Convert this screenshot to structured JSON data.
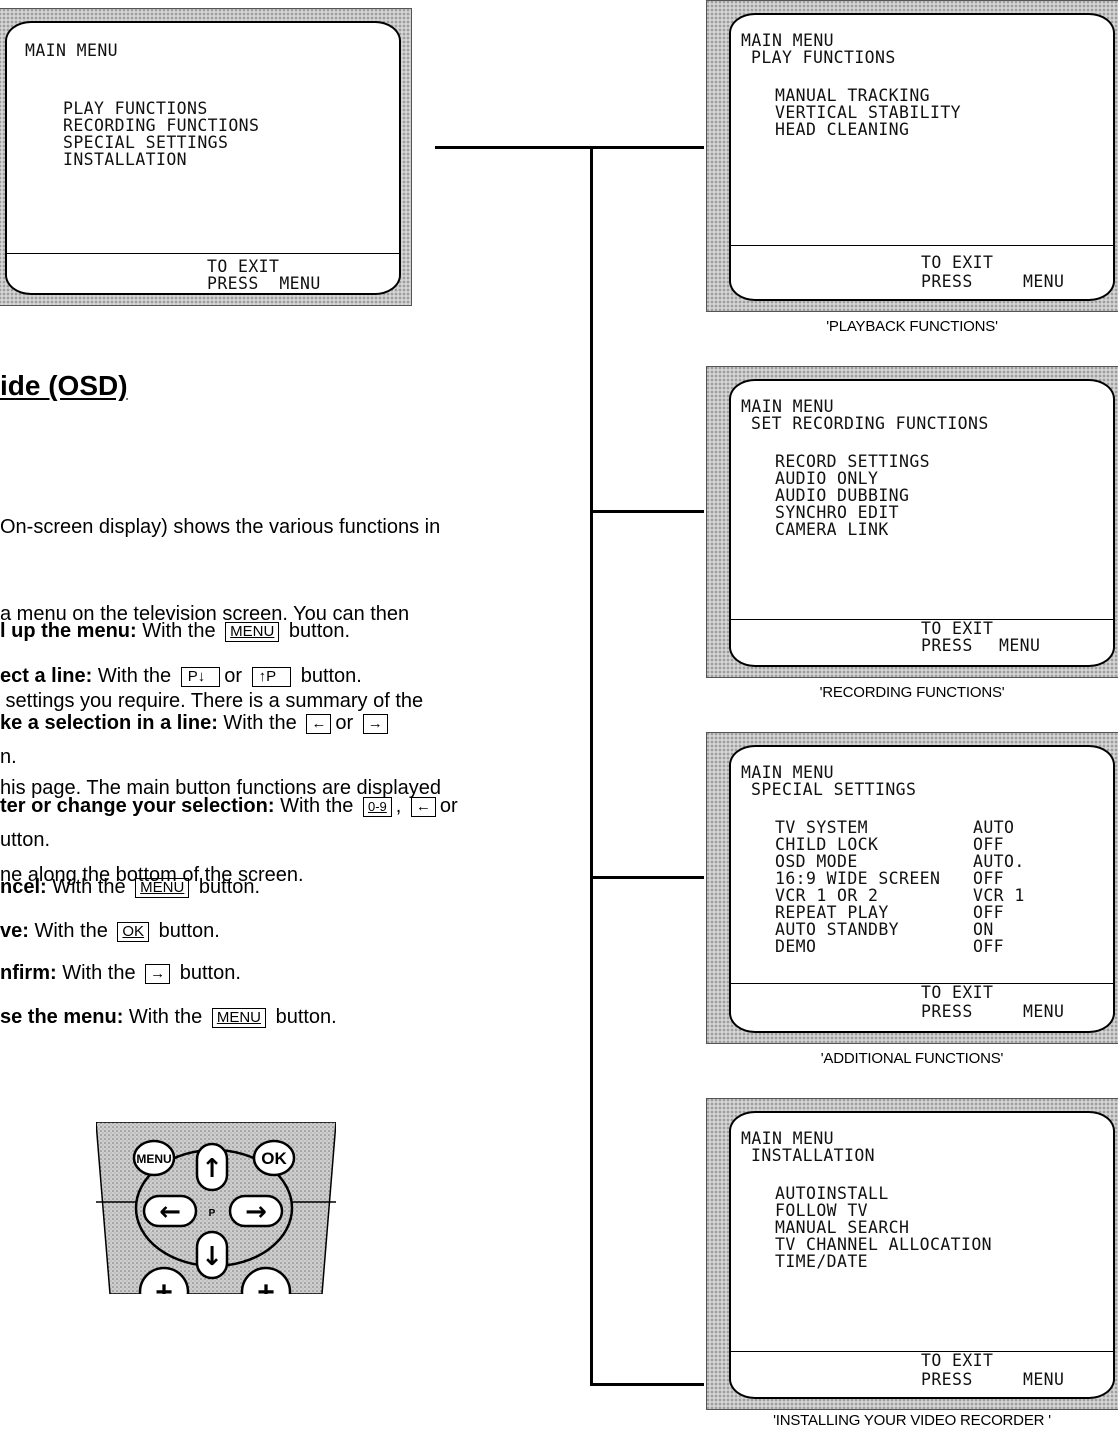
{
  "main_menu_screen": {
    "title": "MAIN MENU",
    "items": [
      "PLAY FUNCTIONS",
      "RECORDING FUNCTIONS",
      "SPECIAL SETTINGS",
      "INSTALLATION"
    ],
    "footer_line1": "TO EXIT",
    "footer_line2": "PRESS  MENU"
  },
  "screens": {
    "play": {
      "title": "MAIN MENU",
      "subtitle": "PLAY FUNCTIONS",
      "items": [
        "MANUAL TRACKING",
        "VERTICAL STABILITY",
        "HEAD CLEANING"
      ],
      "footer_line1": "TO EXIT",
      "footer_press": "PRESS",
      "footer_menu": "MENU",
      "caption": "'PLAYBACK FUNCTIONS'"
    },
    "recording": {
      "title": "MAIN MENU",
      "subtitle": "SET RECORDING FUNCTIONS",
      "items": [
        "RECORD SETTINGS",
        "AUDIO ONLY",
        "AUDIO DUBBING",
        "SYNCHRO EDIT",
        "CAMERA LINK"
      ],
      "footer_line1": "TO EXIT",
      "footer_press": "PRESS",
      "footer_menu": "MENU",
      "caption": "'RECORDING FUNCTIONS'"
    },
    "special": {
      "title": "MAIN MENU",
      "subtitle": "SPECIAL SETTINGS",
      "items": [
        {
          "label": "TV SYSTEM",
          "value": "AUTO"
        },
        {
          "label": "CHILD LOCK",
          "value": "OFF"
        },
        {
          "label": "OSD MODE",
          "value": "AUTO."
        },
        {
          "label": "16:9 WIDE SCREEN",
          "value": "OFF"
        },
        {
          "label": "VCR 1 OR 2",
          "value": "VCR 1"
        },
        {
          "label": "REPEAT PLAY",
          "value": "OFF"
        },
        {
          "label": "AUTO STANDBY",
          "value": "ON"
        },
        {
          "label": "DEMO",
          "value": "OFF"
        }
      ],
      "footer_line1": "TO EXIT",
      "footer_press": "PRESS",
      "footer_menu": "MENU",
      "caption": "'ADDITIONAL FUNCTIONS'"
    },
    "installation": {
      "title": "MAIN MENU",
      "subtitle": "INSTALLATION",
      "items": [
        "AUTOINSTALL",
        "FOLLOW TV",
        "MANUAL SEARCH",
        "TV CHANNEL ALLOCATION",
        "TIME/DATE"
      ],
      "footer_line1": "TO EXIT",
      "footer_press": "PRESS",
      "footer_menu": "MENU",
      "caption": "'INSTALLING YOUR VIDEO RECORDER '"
    }
  },
  "document": {
    "heading": "ide (OSD)",
    "intro": [
      "On-screen display) shows the various functions in",
      "a menu on the television screen. You can then",
      " settings you require. There is a summary of the",
      "his page. The main button functions are displayed",
      "ne along the bottom of the screen."
    ],
    "steps": {
      "call_up": {
        "label": "l up the menu:",
        "text": " With the",
        "after": " button."
      },
      "select": {
        "label": "ect a line:",
        "text": " With the",
        "mid": "or",
        "after": " button."
      },
      "selection": {
        "label": "ke a selection in a line:",
        "text": " With the",
        "mid": "or",
        "after": ""
      },
      "selection_cont": "n.",
      "enter": {
        "label": "ter or change your selection:",
        "text": " With the",
        "comma": ",",
        "mid": "or"
      },
      "enter_cont": "utton.",
      "cancel": {
        "label": "ncel:",
        "text": " With the",
        "after": " button."
      },
      "save": {
        "label": "ve:",
        "text": " With the",
        "after": " button."
      },
      "confirm": {
        "label": "nfirm:",
        "text": " With the",
        "after": " button."
      },
      "close": {
        "label": "se the menu:",
        "text": " With the",
        "after": " button."
      }
    },
    "keys": {
      "menu": "MENU",
      "p_down": "P↓",
      "p_up": "↑P",
      "left": "←",
      "right": "→",
      "digits": "0-9",
      "ok": "OK"
    }
  },
  "remote": {
    "menu_label": "MENU",
    "ok_label": "OK",
    "p_label": "P",
    "up_arrow": "↑",
    "down_arrow": "↓",
    "left_arrow": "←",
    "right_arrow": "→",
    "plus": "+"
  }
}
